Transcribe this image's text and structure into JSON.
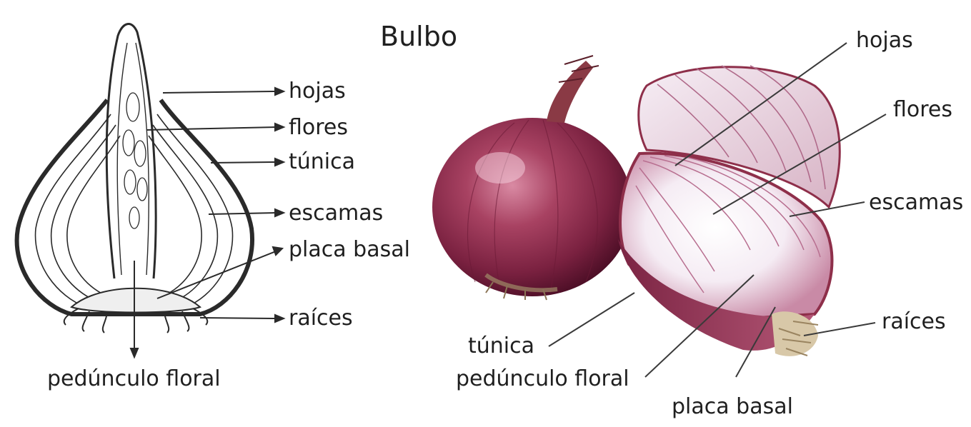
{
  "title": "Bulbo",
  "diagram_labels": {
    "hojas": "hojas",
    "flores": "flores",
    "tunica": "túnica",
    "escamas": "escamas",
    "placa_basal": "placa basal",
    "raices": "raíces",
    "pedunculo_floral": "pedúnculo floral"
  },
  "photo_labels": {
    "hojas": "hojas",
    "flores": "flores",
    "escamas": "escamas",
    "raices": "raíces",
    "tunica": "túnica",
    "pedunculo_floral": "pedúnculo floral",
    "placa_basal": "placa basal"
  },
  "colors": {
    "onion_skin": "#8e2f4a",
    "onion_flesh": "#f4eaf2",
    "line_art": "#2a2a2a",
    "leader_line": "#3a3a3a"
  }
}
